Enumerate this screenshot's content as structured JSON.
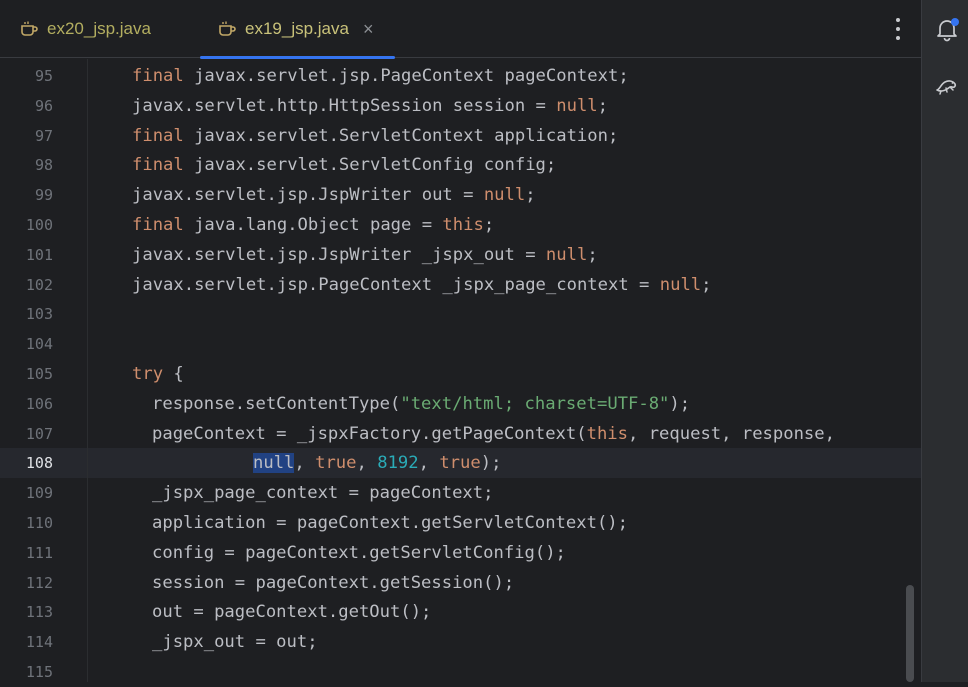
{
  "tabs": [
    {
      "label": "ex20_jsp.java",
      "active": false
    },
    {
      "label": "ex19_jsp.java",
      "active": true,
      "close": "×"
    }
  ],
  "editor": {
    "current_line": "108",
    "lines": [
      {
        "n": "95",
        "parts": [
          [
            "kw",
            "final"
          ],
          [
            "",
            "javax.servlet.jsp.PageContext pageContext;"
          ]
        ]
      },
      {
        "n": "96",
        "parts": [
          [
            "",
            "javax.servlet.http.HttpSession session = "
          ],
          [
            "kw",
            "null"
          ],
          [
            "",
            ";"
          ]
        ]
      },
      {
        "n": "97",
        "parts": [
          [
            "kw",
            "final"
          ],
          [
            "",
            "javax.servlet.ServletContext application;"
          ]
        ]
      },
      {
        "n": "98",
        "parts": [
          [
            "kw",
            "final"
          ],
          [
            "",
            "javax.servlet.ServletConfig config;"
          ]
        ]
      },
      {
        "n": "99",
        "parts": [
          [
            "",
            "javax.servlet.jsp.JspWriter out = "
          ],
          [
            "kw",
            "null"
          ],
          [
            "",
            ";"
          ]
        ]
      },
      {
        "n": "100",
        "parts": [
          [
            "kw",
            "final"
          ],
          [
            "",
            "java.lang.Object page = "
          ],
          [
            "kw",
            "this"
          ],
          [
            "",
            ";"
          ]
        ]
      },
      {
        "n": "101",
        "parts": [
          [
            "",
            "javax.servlet.jsp.JspWriter _jspx_out = "
          ],
          [
            "kw",
            "null"
          ],
          [
            "",
            ";"
          ]
        ]
      },
      {
        "n": "102",
        "parts": [
          [
            "",
            "javax.servlet.jsp.PageContext _jspx_page_context = "
          ],
          [
            "kw",
            "null"
          ],
          [
            "",
            ";"
          ]
        ]
      },
      {
        "n": "103",
        "parts": []
      },
      {
        "n": "104",
        "parts": []
      },
      {
        "n": "105",
        "parts": [
          [
            "kw",
            "try"
          ],
          [
            "",
            " {"
          ]
        ]
      },
      {
        "n": "106",
        "parts": [
          [
            "",
            "response.setContentType("
          ],
          [
            "str",
            "\"text/html; charset=UTF-8\""
          ],
          [
            "",
            ");"
          ]
        ]
      },
      {
        "n": "107",
        "parts": [
          [
            "",
            "pageContext = _jspxFactory.getPageContext("
          ],
          [
            "kw",
            "this"
          ],
          [
            "",
            ", request, response,"
          ]
        ]
      },
      {
        "n": "108",
        "parts": [
          [
            "sel",
            "null"
          ],
          [
            "",
            ", "
          ],
          [
            "kw",
            "true"
          ],
          [
            "",
            ", "
          ],
          [
            "num",
            "8192"
          ],
          [
            "",
            ", "
          ],
          [
            "kw",
            "true"
          ],
          [
            "",
            ");"
          ]
        ]
      },
      {
        "n": "109",
        "parts": [
          [
            "",
            "_jspx_page_context = pageContext;"
          ]
        ]
      },
      {
        "n": "110",
        "parts": [
          [
            "",
            "application = pageContext.getServletContext();"
          ]
        ]
      },
      {
        "n": "111",
        "parts": [
          [
            "",
            "config = pageContext.getServletConfig();"
          ]
        ]
      },
      {
        "n": "112",
        "parts": [
          [
            "",
            "session = pageContext.getSession();"
          ]
        ]
      },
      {
        "n": "113",
        "parts": [
          [
            "",
            "out = pageContext.getOut();"
          ]
        ]
      },
      {
        "n": "114",
        "parts": [
          [
            "",
            "_jspx_out = out;"
          ]
        ]
      },
      {
        "n": "115",
        "parts": []
      }
    ]
  },
  "colors": {
    "keyword": "#cf8e6d",
    "string": "#6aab73",
    "number": "#2aacb8",
    "selection": "#214283",
    "accent": "#3574f0"
  },
  "icons": [
    "coffee-cup-icon",
    "close-icon",
    "more-vertical-icon",
    "bell-icon",
    "notification-dot-icon",
    "lizard-icon"
  ]
}
